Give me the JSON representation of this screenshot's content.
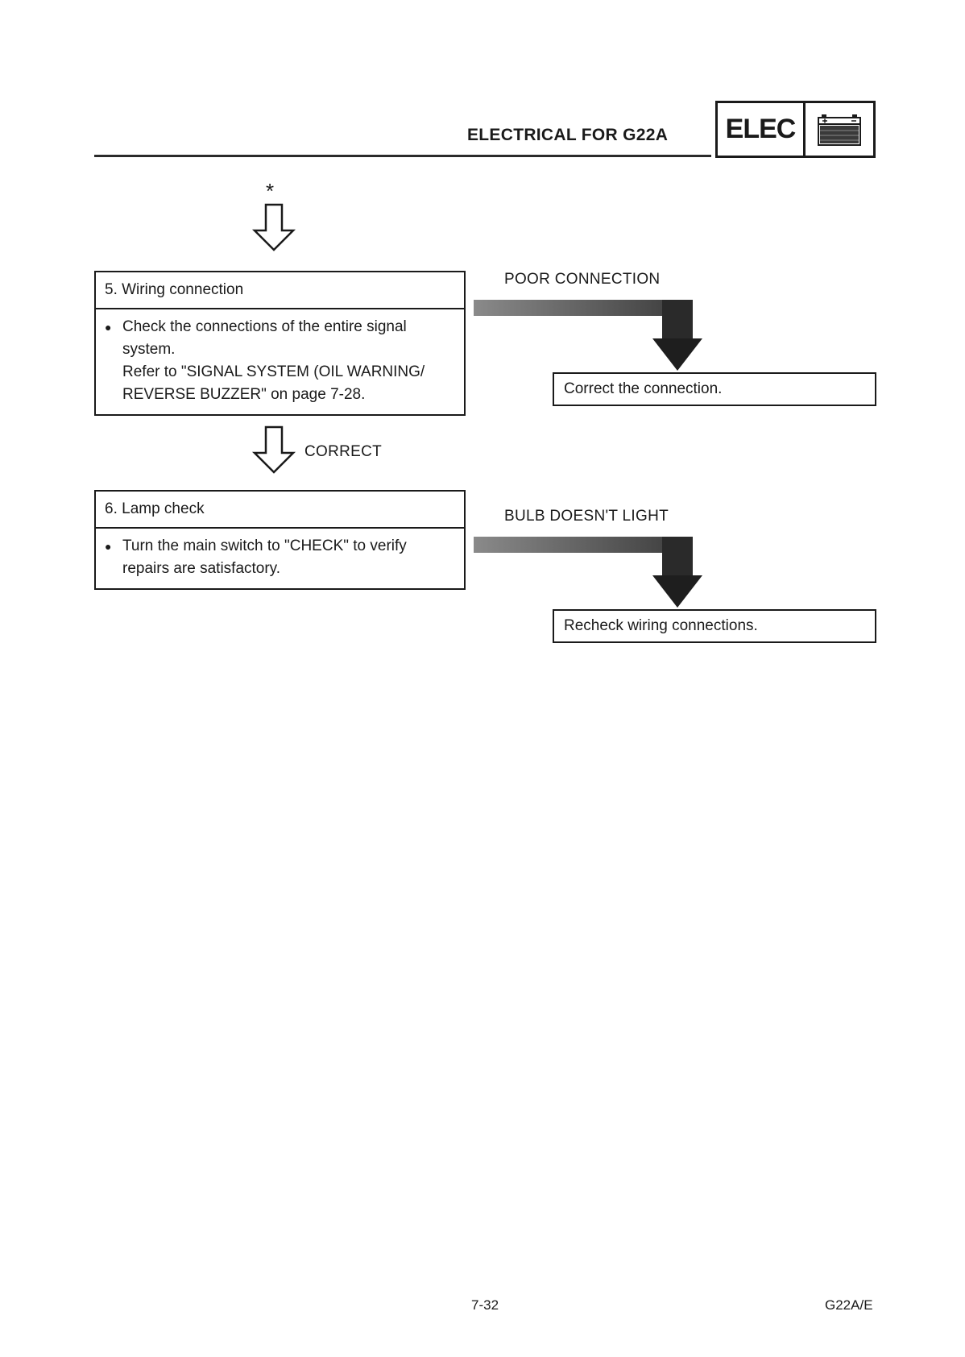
{
  "header": {
    "title": "ELECTRICAL FOR G22A",
    "badge_text": "ELEC",
    "badge_icon": "battery-icon"
  },
  "flow": {
    "continuation_marker": "*",
    "step5": {
      "title": "5. Wiring connection",
      "bullet": "●",
      "lines": [
        "Check the connections of the entire signal",
        "system.",
        "Refer to \"SIGNAL SYSTEM (OIL WARNING/",
        "REVERSE BUZZER\" on page 7-28."
      ]
    },
    "step5_branch": {
      "label": "POOR CONNECTION",
      "result": "Correct the connection."
    },
    "correct_label": "CORRECT",
    "step6": {
      "title": "6. Lamp check",
      "bullet": "●",
      "lines": [
        "Turn the main switch to \"CHECK\" to verify",
        "repairs are satisfactory."
      ]
    },
    "step6_branch": {
      "label": "BULB DOESN'T LIGHT",
      "result": "Recheck wiring connections."
    }
  },
  "footer": {
    "page_number": "7-32",
    "model_code": "G22A/E"
  },
  "colors": {
    "ink": "#1a1a1a",
    "arrow_dark": "#1e1e1e",
    "arrow_mid": "#6a6a6a"
  }
}
